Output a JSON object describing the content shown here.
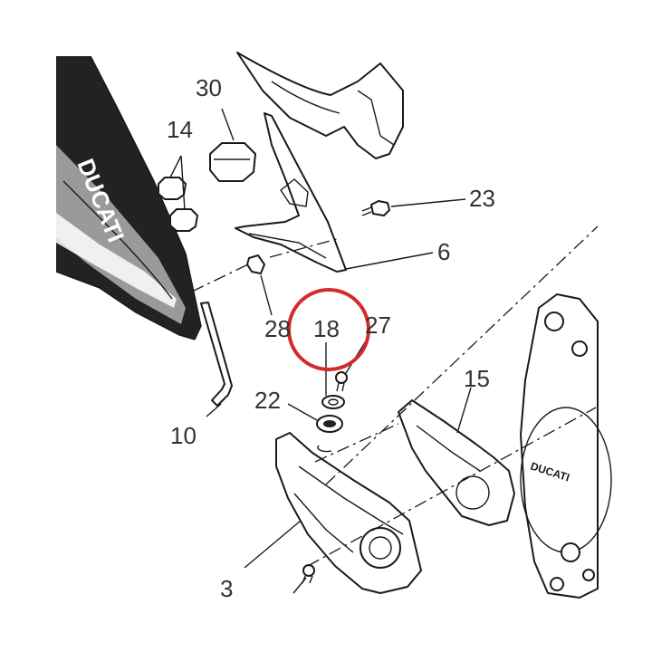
{
  "diagram": {
    "brand_text_tank": "DUCATI",
    "brand_text_cover": "DUCATI",
    "highlight_color": "#d42a2a",
    "line_color": "#1a1a1a",
    "highlighted_part": "18",
    "callouts": {
      "c30": "30",
      "c14": "14",
      "c23": "23",
      "c6": "6",
      "c28": "28",
      "c18": "18",
      "c27": "27",
      "c10": "10",
      "c22": "22",
      "c15": "15",
      "c3": "3"
    }
  }
}
